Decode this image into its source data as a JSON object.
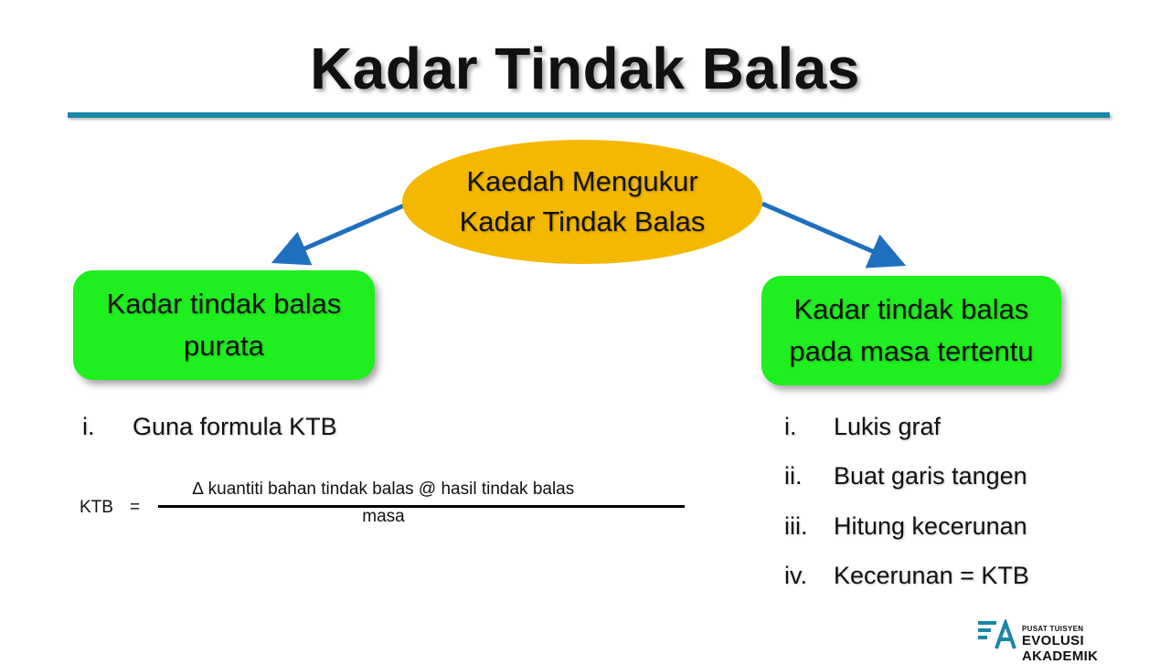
{
  "title": "Kadar Tindak Balas",
  "center": {
    "line1": "Kaedah Mengukur",
    "line2": "Kadar Tindak Balas"
  },
  "left_box": {
    "line1": "Kadar tindak balas",
    "line2": "purata"
  },
  "right_box": {
    "line1": "Kadar tindak balas",
    "line2": "pada masa tertentu"
  },
  "left_list": [
    {
      "num": "i.",
      "text": "Guna formula KTB"
    }
  ],
  "formula": {
    "lhs": "KTB",
    "eq": "=",
    "numerator": "∆ kuantiti bahan tindak balas @ hasil tindak balas",
    "denominator": "masa"
  },
  "right_list": [
    {
      "num": "i.",
      "text": "Lukis graf"
    },
    {
      "num": "ii.",
      "text": "Buat garis tangen"
    },
    {
      "num": "iii.",
      "text": "Hitung kecerunan"
    },
    {
      "num": "iv.",
      "text": "Kecerunan = KTB"
    }
  ],
  "logo": {
    "small": "PUSAT TUISYEN",
    "big": "EVOLUSI AKADEMIK"
  },
  "colors": {
    "accent_rule": "#1a86a8",
    "ellipse": "#f5b800",
    "box": "#1fee1f",
    "arrow": "#1f6fc0"
  }
}
